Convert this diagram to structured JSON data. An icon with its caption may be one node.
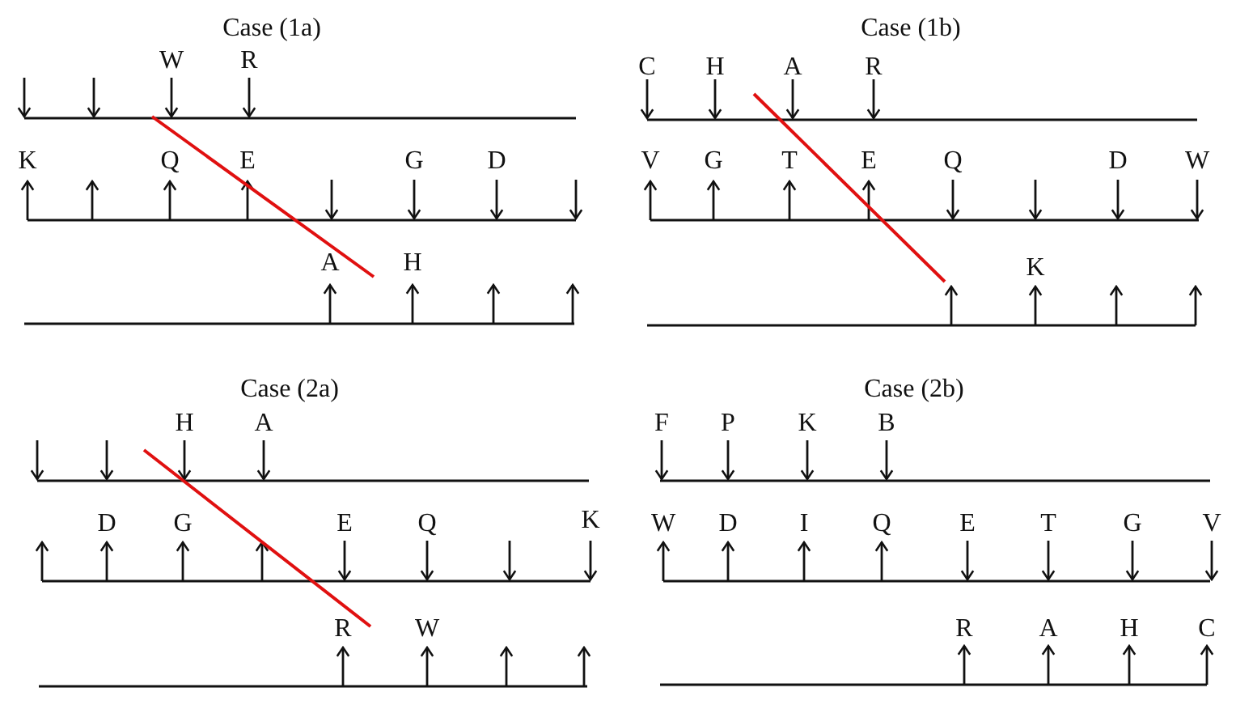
{
  "diagram": {
    "labels": [
      "Case (1a)",
      "W",
      "R",
      "K",
      "Q",
      "E",
      "G",
      "D",
      "A",
      "H",
      "Case (1b)",
      "C",
      "H",
      "A",
      "R",
      "V",
      "G",
      "T",
      "E",
      "Q",
      "D",
      "W",
      "K",
      "Case (2a)",
      "H",
      "A",
      "D",
      "G",
      "E",
      "Q",
      "K",
      "R",
      "W",
      "Case (2b)",
      "F",
      "P",
      "K",
      "B",
      "W",
      "D",
      "I",
      "Q",
      "E",
      "T",
      "G",
      "V",
      "R",
      "A",
      "H",
      "C"
    ]
  }
}
